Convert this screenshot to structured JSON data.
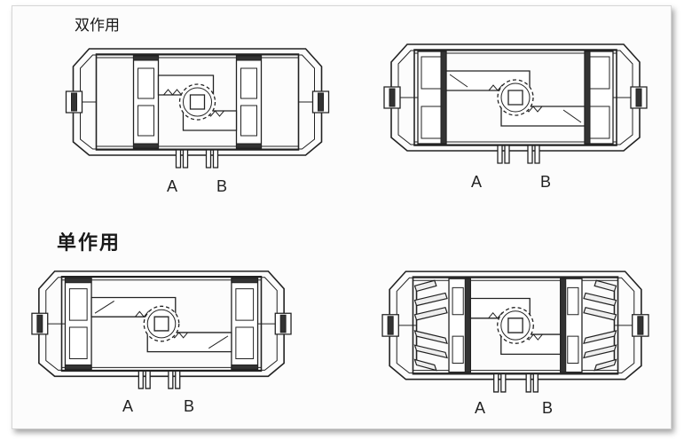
{
  "titles": {
    "double_acting": "双作用",
    "single_acting": "单作用"
  },
  "ports": {
    "a": "A",
    "b": "B"
  }
}
